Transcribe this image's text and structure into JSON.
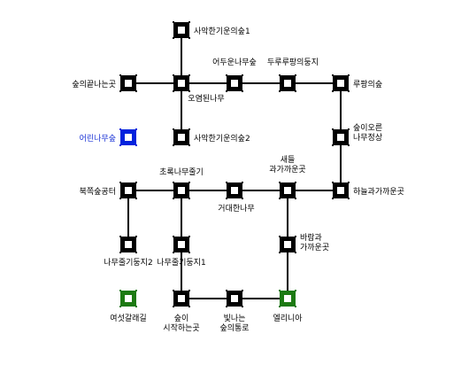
{
  "map": {
    "colors": {
      "background": "#ffffff",
      "edge": "#000000",
      "node_default": "#000000",
      "node_current": "#0022dd",
      "node_exit": "#1c7a12",
      "node_inner": "#ffffff"
    },
    "nodes": [
      {
        "id": "n01",
        "name": "사악한기운의숲1",
        "state": "default",
        "col": 2,
        "row": 0
      },
      {
        "id": "n02",
        "name": "숲의끝나는곳",
        "state": "default",
        "col": 1,
        "row": 1
      },
      {
        "id": "n03",
        "name": "오염된나무",
        "state": "default",
        "col": 2,
        "row": 1
      },
      {
        "id": "n04",
        "name": "어두운나무숲",
        "state": "default",
        "col": 3,
        "row": 1
      },
      {
        "id": "n05",
        "name": "두루루팡의둥지",
        "state": "default",
        "col": 4,
        "row": 1
      },
      {
        "id": "n06",
        "name": "루팡의숲",
        "state": "default",
        "col": 5,
        "row": 1
      },
      {
        "id": "n07",
        "name": "어린나무숲",
        "state": "current",
        "col": 1,
        "row": 2
      },
      {
        "id": "n08",
        "name": "사악한기운의숲2",
        "state": "default",
        "col": 2,
        "row": 2
      },
      {
        "id": "n09",
        "name": "숲이오른나무정상",
        "state": "default",
        "col": 5,
        "row": 2
      },
      {
        "id": "n10",
        "name": "북쪽숲공터",
        "state": "default",
        "col": 1,
        "row": 3
      },
      {
        "id": "n11",
        "name": "초록나무줄기",
        "state": "default",
        "col": 2,
        "row": 3
      },
      {
        "id": "n12",
        "name": "거대한나무",
        "state": "default",
        "col": 3,
        "row": 3
      },
      {
        "id": "n13",
        "name": "새들과가까운곳",
        "state": "default",
        "col": 4,
        "row": 3
      },
      {
        "id": "n14",
        "name": "하늘과가까운곳",
        "state": "default",
        "col": 5,
        "row": 3
      },
      {
        "id": "n15",
        "name": "나무줄기둥지2",
        "state": "default",
        "col": 1,
        "row": 4
      },
      {
        "id": "n16",
        "name": "나무줄기둥지1",
        "state": "default",
        "col": 2,
        "row": 4
      },
      {
        "id": "n17",
        "name": "바람과가까운곳",
        "state": "default",
        "col": 4,
        "row": 4
      },
      {
        "id": "n18",
        "name": "여섯갈래길",
        "state": "exit",
        "col": 1,
        "row": 5
      },
      {
        "id": "n19",
        "name": "숲이시작하는곳",
        "state": "default",
        "col": 2,
        "row": 5
      },
      {
        "id": "n20",
        "name": "빛나는숲의통로",
        "state": "default",
        "col": 3,
        "row": 5
      },
      {
        "id": "n21",
        "name": "엘리니아",
        "state": "exit",
        "col": 4,
        "row": 5
      }
    ],
    "edges": [
      [
        "n01",
        "n03"
      ],
      [
        "n02",
        "n03"
      ],
      [
        "n03",
        "n04"
      ],
      [
        "n04",
        "n05"
      ],
      [
        "n05",
        "n06"
      ],
      [
        "n03",
        "n08"
      ],
      [
        "n06",
        "n09"
      ],
      [
        "n09",
        "n14"
      ],
      [
        "n10",
        "n11"
      ],
      [
        "n11",
        "n12"
      ],
      [
        "n12",
        "n13"
      ],
      [
        "n13",
        "n14"
      ],
      [
        "n10",
        "n15"
      ],
      [
        "n11",
        "n16"
      ],
      [
        "n13",
        "n17"
      ],
      [
        "n17",
        "n21"
      ],
      [
        "n19",
        "n20"
      ],
      [
        "n20",
        "n21"
      ],
      [
        "n16",
        "n19"
      ]
    ]
  }
}
